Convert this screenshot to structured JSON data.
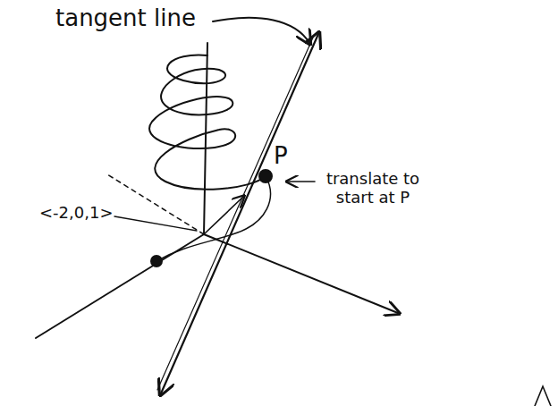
{
  "diagram": {
    "labels": [
      "tangent line",
      "P",
      "translate to start at P",
      "<-2,0,1>"
    ]
  }
}
